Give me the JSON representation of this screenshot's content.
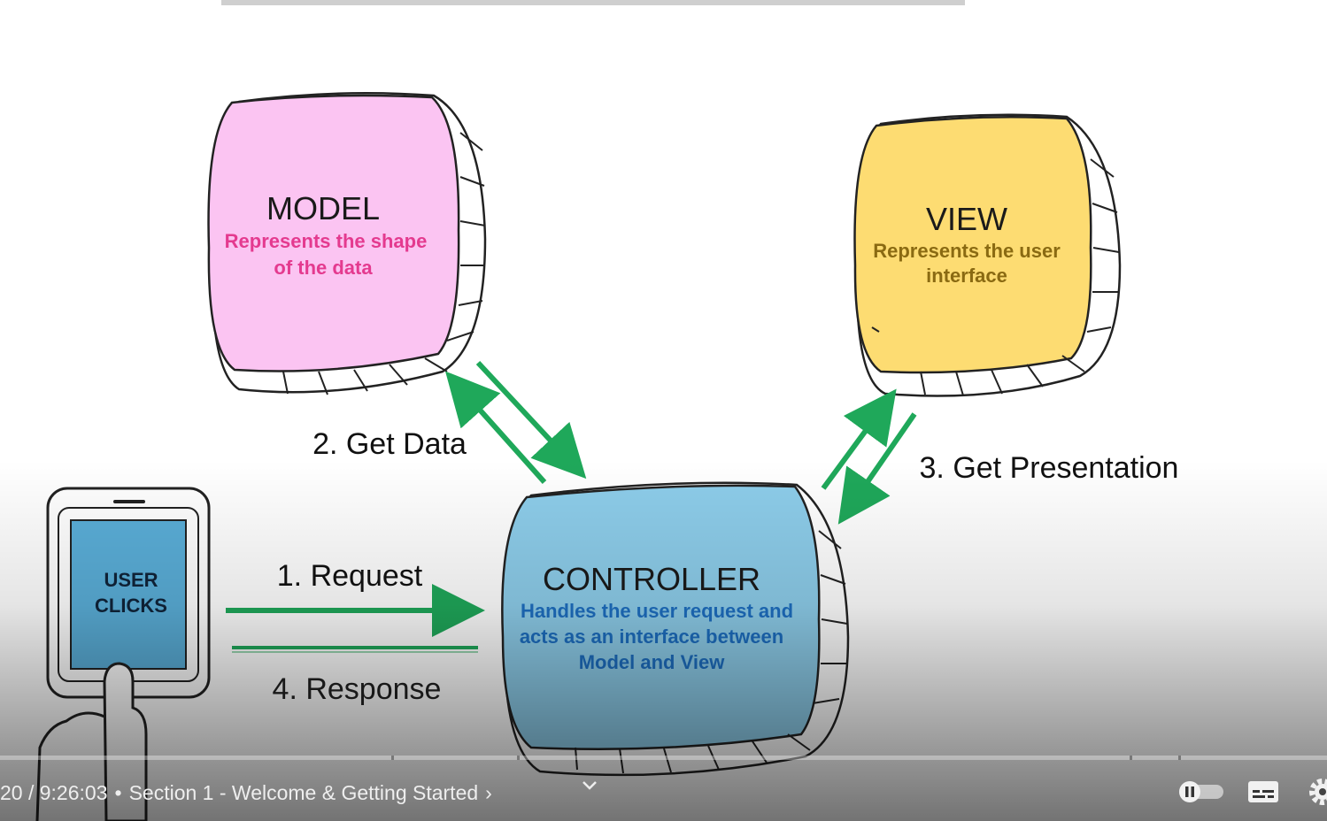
{
  "diagram": {
    "model": {
      "title": "MODEL",
      "desc_line1": "Represents the shape",
      "desc_line2": "of the data",
      "fill": "#fbc4f2",
      "text_color": "#e43a8f"
    },
    "view": {
      "title": "VIEW",
      "desc_line1": "Represents the user",
      "desc_line2": "interface",
      "fill": "#fddc72",
      "text_color": "#8a6a12"
    },
    "controller": {
      "title": "CONTROLLER",
      "desc_line1": "Handles the user request and",
      "desc_line2": "acts as an interface between",
      "desc_line3": "Model and View",
      "fill": "#8dcdea",
      "text_color": "#1d6fc2"
    },
    "user": {
      "line1": "USER",
      "line2": "CLICKS",
      "fill": "#5aaed8"
    },
    "labels": {
      "request": "1. Request",
      "get_data": "2. Get Data",
      "get_presentation": "3. Get Presentation",
      "response": "4. Response"
    },
    "arrow_color": "#1fa85a"
  },
  "player": {
    "time": "20 / 9:26:03",
    "separator": "•",
    "chapter": "Section 1 - Welcome & Getting Started",
    "chapter_chevron": "›",
    "autoplay_icon": "pause-toggle-icon",
    "subtitles_icon": "subtitles-icon",
    "settings_icon": "gear-icon"
  }
}
